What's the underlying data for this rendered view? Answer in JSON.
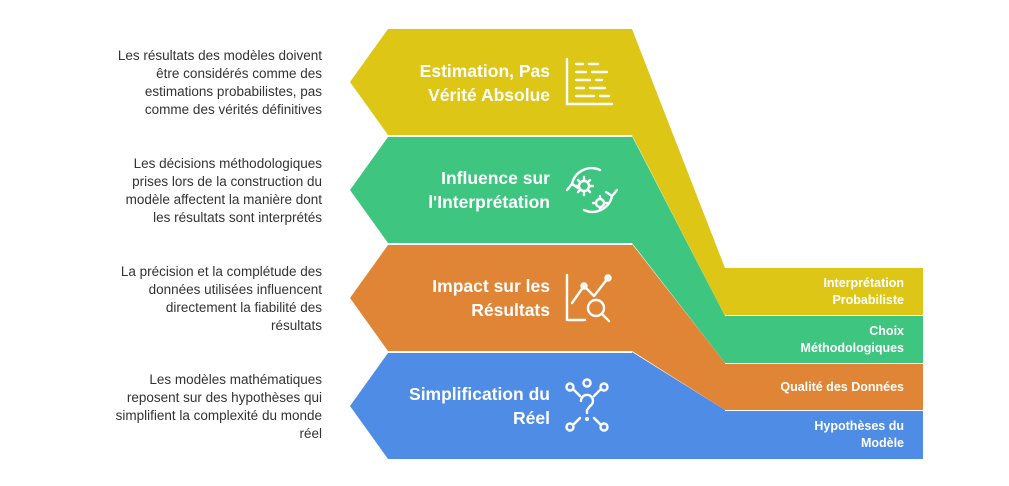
{
  "colors": {
    "yellow": "#DEC616",
    "green": "#3EC580",
    "orange": "#E08535",
    "blue": "#4E8CE5"
  },
  "stages": [
    {
      "title_line1": "Estimation, Pas",
      "title_line2": "Vérité Absolue",
      "icon": "histogram-icon",
      "side_line1": "Interprétation",
      "side_line2": "Probabiliste",
      "desc_lines": [
        "Les résultats des modèles doivent",
        "être considérés comme des",
        "estimations probabilistes, pas",
        "comme des vérités définitives"
      ]
    },
    {
      "title_line1": "Influence sur",
      "title_line2": "l'Interprétation",
      "icon": "gears-cycle-icon",
      "side_line1": "Choix",
      "side_line2": "Méthodologiques",
      "desc_lines": [
        "Les décisions méthodologiques",
        "prises lors de la construction du",
        "modèle affectent la manière dont",
        "les résultats sont interprétés"
      ]
    },
    {
      "title_line1": "Impact sur les",
      "title_line2": "Résultats",
      "icon": "chart-search-icon",
      "side_line1": "Qualité des Données",
      "side_line2": "",
      "desc_lines": [
        "La précision et la complétude des",
        "données utilisées influencent",
        "directement la fiabilité des",
        "résultats"
      ]
    },
    {
      "title_line1": "Simplification du",
      "title_line2": "Réel",
      "icon": "network-question-icon",
      "side_line1": "Hypothèses du",
      "side_line2": "Modèle",
      "desc_lines": [
        "Les modèles mathématiques",
        "reposent sur des hypothèses qui",
        "simplifient la complexité du monde",
        "réel"
      ]
    }
  ]
}
